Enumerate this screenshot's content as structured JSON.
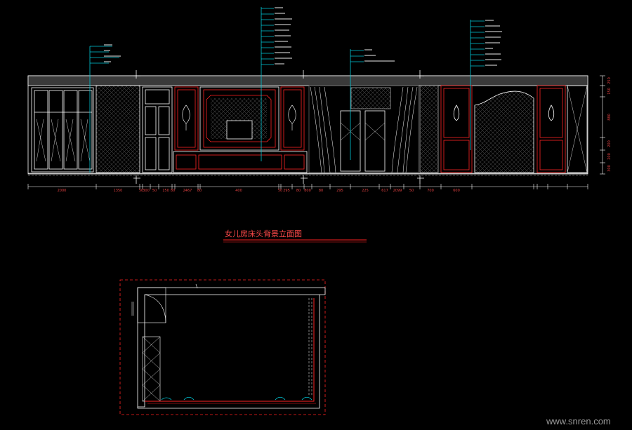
{
  "drawing": {
    "title": "女儿房床头背景立面图",
    "watermark": "www.snren.com"
  },
  "colors": {
    "background": "#000000",
    "outline": "#ffffff",
    "accent_red": "#ff2222",
    "leader_cyan": "#00c8d8",
    "dim_red": "#e04040"
  },
  "dimensions_bottom": [
    "2000",
    "1350",
    "50",
    "300",
    "50",
    "150",
    "80",
    "2467",
    "80",
    "400",
    "50",
    "295",
    "80",
    "800",
    "80",
    "295",
    "225",
    "617",
    "2099",
    "50",
    "700",
    "600"
  ],
  "dimensions_right": [
    "250",
    "150",
    "880",
    "200",
    "200",
    "300"
  ]
}
